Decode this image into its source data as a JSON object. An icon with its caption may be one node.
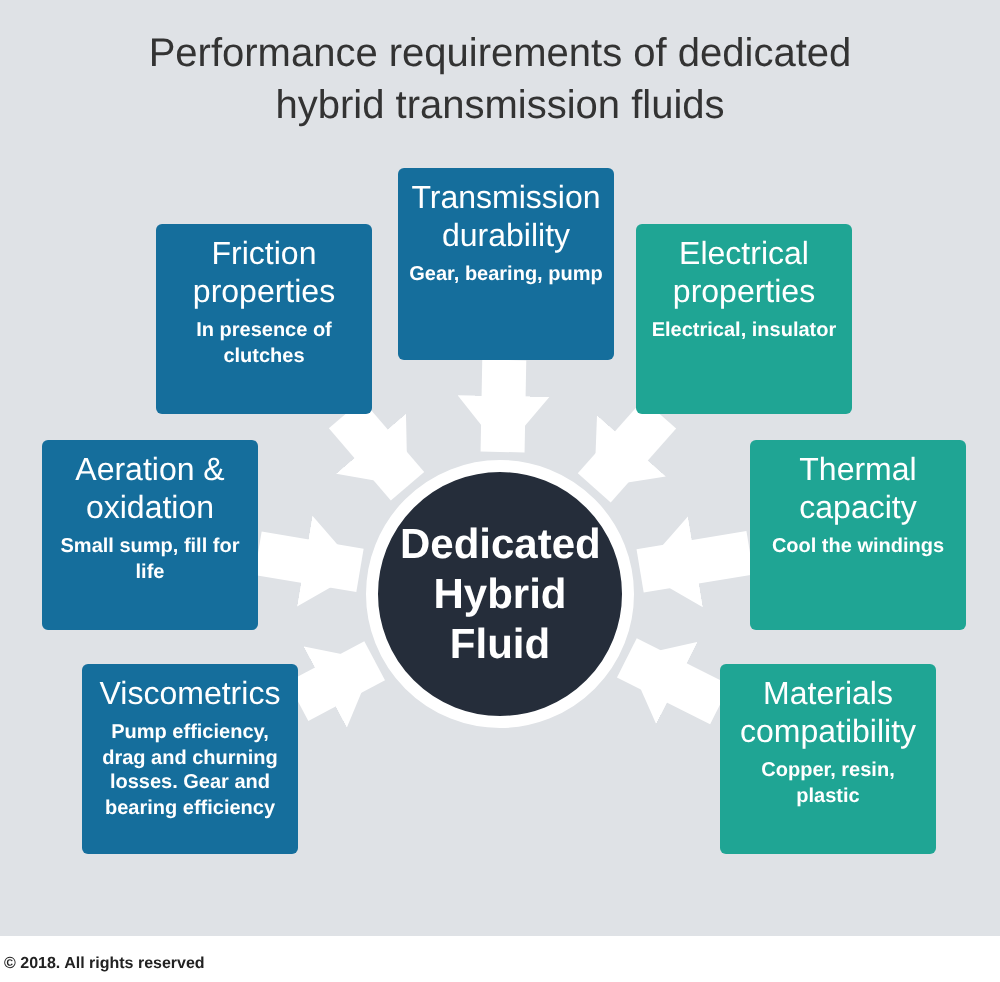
{
  "diagram": {
    "title": "Performance requirements of dedicated hybrid transmission fluids",
    "nodes": [
      {
        "text": [
          "Transmission durability",
          "Gear, bearing, pump"
        ]
      },
      {
        "text": [
          "Friction properties",
          "In presence of clutches"
        ]
      },
      {
        "text": [
          "Electrical properties",
          "Electrical, insulator"
        ]
      },
      {
        "text": [
          "Aeration & oxidation",
          "Small sump, fill for life"
        ]
      },
      {
        "text": [
          "Thermal capacity",
          "Cool the windings"
        ]
      },
      {
        "text": [
          "Dedicated Hybrid Fluid"
        ]
      },
      {
        "text": [
          "Viscometrics",
          "Pump efficiency, drag and churning losses. Gear and bearing efficiency"
        ]
      },
      {
        "text": [
          "Materials compatibility",
          "Copper, resin, plastic"
        ]
      }
    ],
    "edges": [
      {
        "from": 0,
        "to": 5,
        "arrow": "to"
      },
      {
        "from": 1,
        "to": 5,
        "arrow": "to"
      },
      {
        "from": 2,
        "to": 5,
        "arrow": "to"
      },
      {
        "from": 3,
        "to": 5,
        "arrow": "to"
      },
      {
        "from": 4,
        "to": 5,
        "arrow": "to"
      },
      {
        "from": 6,
        "to": 5,
        "arrow": "to"
      },
      {
        "from": 7,
        "to": 5,
        "arrow": "to"
      }
    ],
    "labels": [
      "© 2018. All rights reserved"
    ]
  }
}
